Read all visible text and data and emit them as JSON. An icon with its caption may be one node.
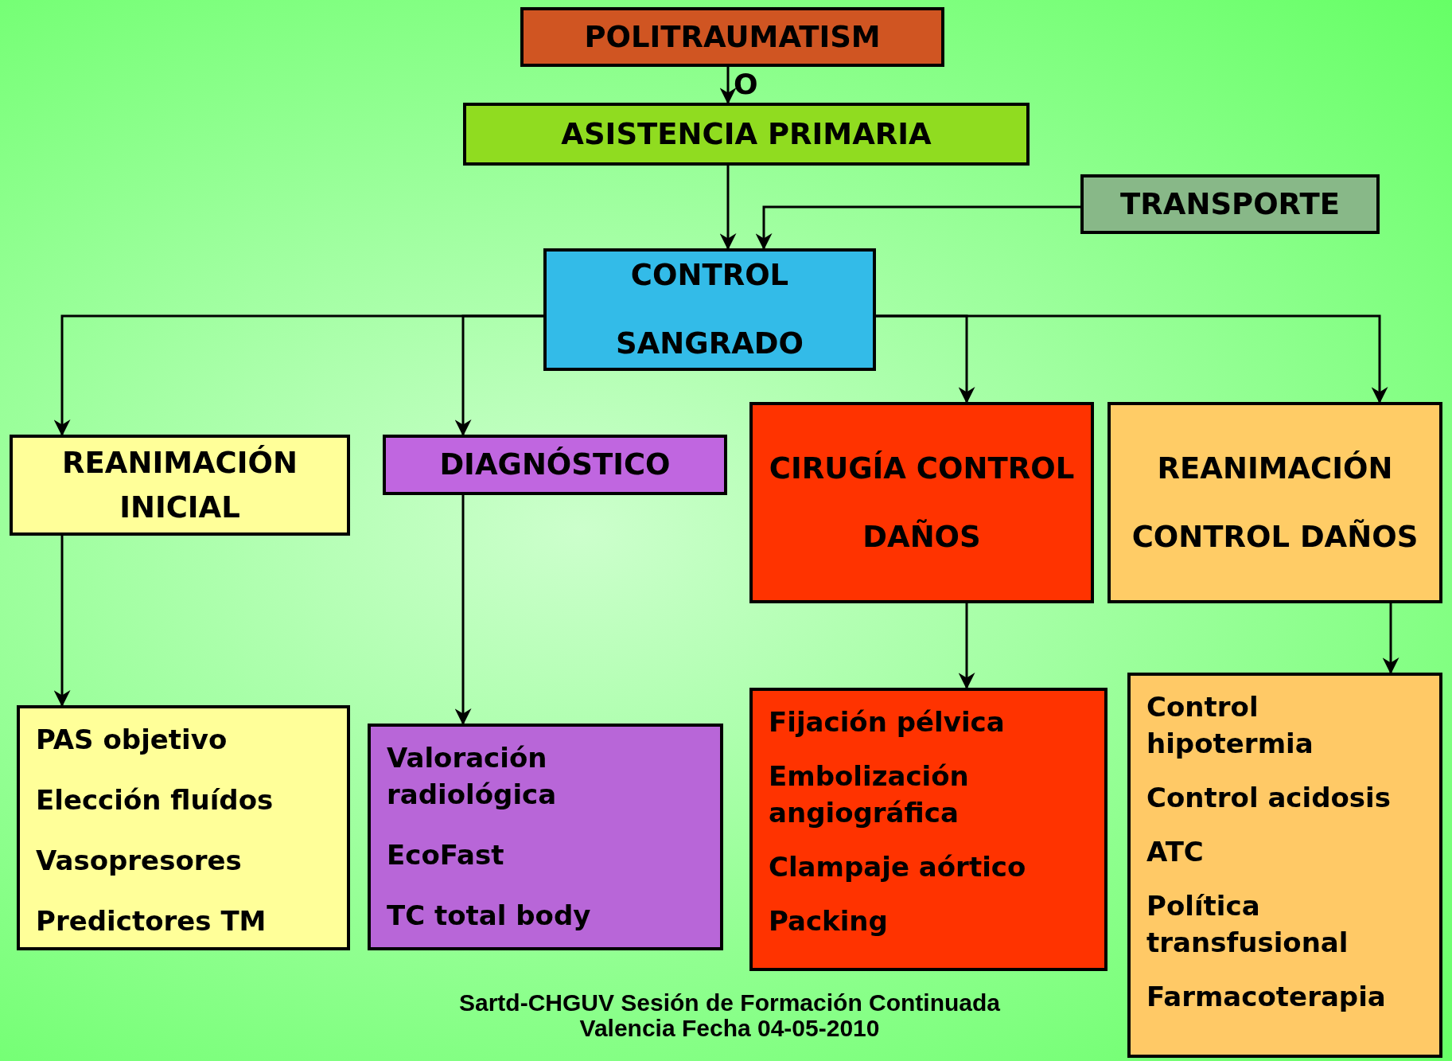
{
  "diagram": {
    "caption": "Sartd-CHGUV Sesión de Formación Continuada Valencia  Fecha 04-05-2010",
    "nodes": [
      {
        "text": [
          "POLITRAUMATISM"
        ]
      },
      {
        "text": [
          "ASISTENCIA PRIMARIA"
        ]
      },
      {
        "text": [
          "TRANSPORTE"
        ]
      },
      {
        "text": [
          "CONTROL SANGRADO"
        ]
      },
      {
        "text": [
          "REANIMACIÓN INICIAL"
        ]
      },
      {
        "text": [
          "DIAGNÓSTICO"
        ]
      },
      {
        "text": [
          "CIRUGÍA CONTROL DAÑOS"
        ]
      },
      {
        "text": [
          "REANIMACIÓN CONTROL DAÑOS"
        ]
      },
      {
        "text": [
          "PAS objetivo",
          "Elección fluídos",
          "Vasopresores",
          "Predictores TM"
        ]
      },
      {
        "text": [
          "Valoración radiológica",
          "EcoFast",
          "TC total body"
        ]
      },
      {
        "text": [
          "Fijación pélvica",
          "Embolización angiográfica",
          "Clampaje aórtico",
          "Packing"
        ]
      },
      {
        "text": [
          "Control hipotermia",
          "Control acidosis",
          "ATC",
          "Política transfusional",
          "Farmacoterapia"
        ]
      }
    ],
    "edges": [
      {
        "from": 0,
        "to": 1,
        "arrow": "to",
        "label": "O"
      },
      {
        "from": 1,
        "to": 3,
        "arrow": "to"
      },
      {
        "from": 2,
        "to": 3,
        "arrow": "to"
      },
      {
        "from": 3,
        "to": 4,
        "arrow": "to"
      },
      {
        "from": 3,
        "to": 5,
        "arrow": "to"
      },
      {
        "from": 3,
        "to": 6,
        "arrow": "to"
      },
      {
        "from": 3,
        "to": 7,
        "arrow": "to"
      },
      {
        "from": 4,
        "to": 8,
        "arrow": "to"
      },
      {
        "from": 5,
        "to": 9,
        "arrow": "to"
      },
      {
        "from": 6,
        "to": 10,
        "arrow": "to"
      },
      {
        "from": 7,
        "to": 11,
        "arrow": "to"
      }
    ]
  }
}
